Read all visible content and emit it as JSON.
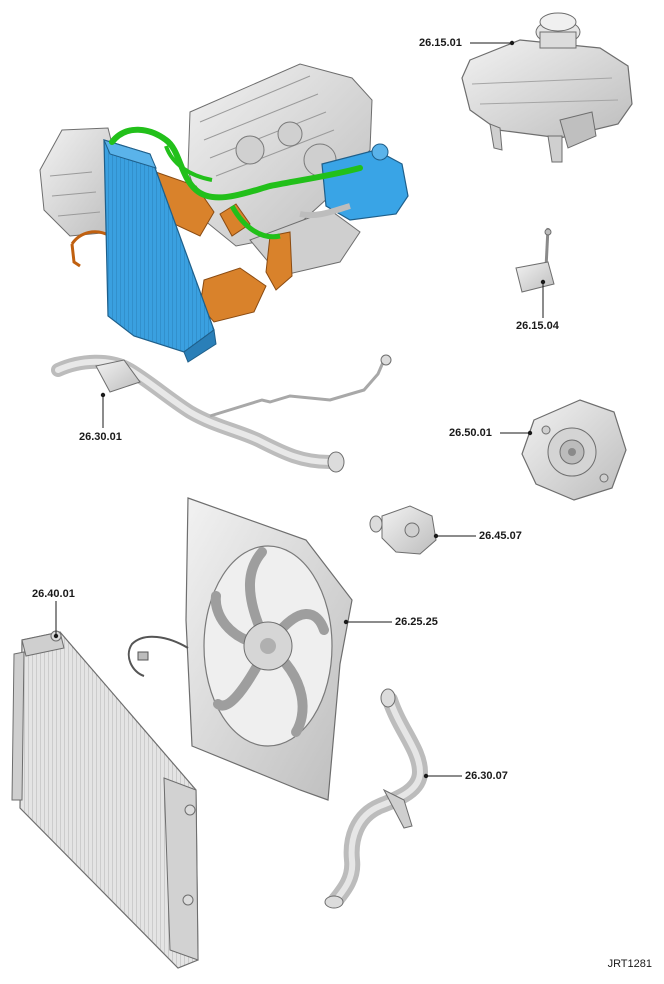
{
  "callouts": {
    "expansion_tank": "26.15.01",
    "level_sensor": "26.15.04",
    "upper_hose": "26.30.01",
    "water_pump": "26.50.01",
    "thermostat": "26.45.07",
    "fan_assembly": "26.25.25",
    "radiator": "26.40.01",
    "lower_hose": "26.30.07"
  },
  "figure_ref": "JRT1281",
  "colors": {
    "part_grey": "#d9d9d9",
    "part_outline": "#6e6e6e",
    "radiator_blue": "#3aa0e0",
    "tank_blue": "#39a4e6",
    "hose_green": "#22c01a",
    "pipe_orange": "#d9822b",
    "line": "#1a1a1a"
  }
}
